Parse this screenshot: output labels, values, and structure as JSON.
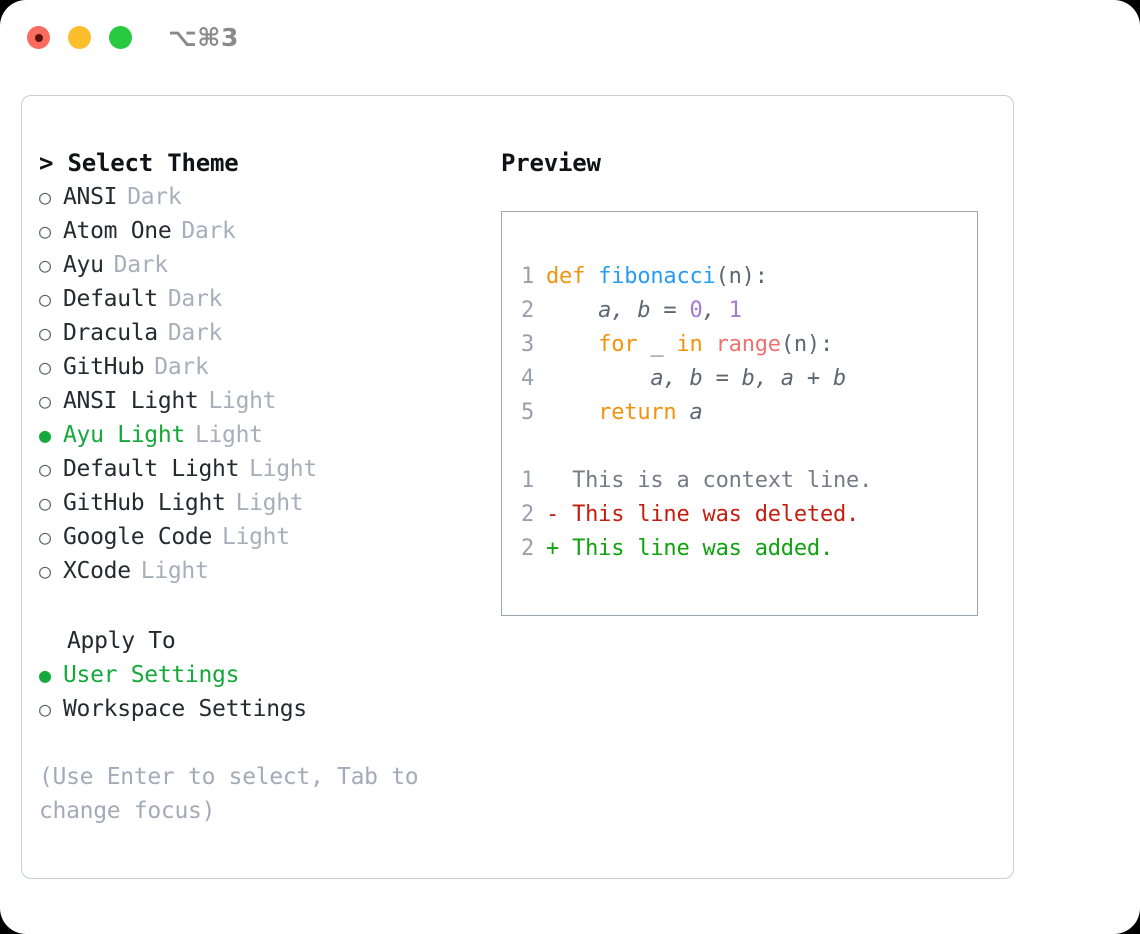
{
  "titlebar": {
    "shortcut": "⌥⌘3",
    "lights": [
      "close-light",
      "minimize-light",
      "maximize-light"
    ]
  },
  "theme_picker": {
    "header": "> Select Theme",
    "items": [
      {
        "marker": "○",
        "label": "ANSI",
        "badge": "Dark",
        "selected": false
      },
      {
        "marker": "○",
        "label": "Atom One",
        "badge": "Dark",
        "selected": false
      },
      {
        "marker": "○",
        "label": "Ayu",
        "badge": "Dark",
        "selected": false
      },
      {
        "marker": "○",
        "label": "Default",
        "badge": "Dark",
        "selected": false
      },
      {
        "marker": "○",
        "label": "Dracula",
        "badge": "Dark",
        "selected": false
      },
      {
        "marker": "○",
        "label": "GitHub",
        "badge": "Dark",
        "selected": false
      },
      {
        "marker": "○",
        "label": "ANSI Light",
        "badge": "Light",
        "selected": false
      },
      {
        "marker": "●",
        "label": "Ayu Light",
        "badge": "Light",
        "selected": true
      },
      {
        "marker": "○",
        "label": "Default Light",
        "badge": "Light",
        "selected": false
      },
      {
        "marker": "○",
        "label": "GitHub Light",
        "badge": "Light",
        "selected": false
      },
      {
        "marker": "○",
        "label": "Google Code",
        "badge": "Light",
        "selected": false
      },
      {
        "marker": "○",
        "label": "XCode",
        "badge": "Light",
        "selected": false
      }
    ]
  },
  "apply_to": {
    "header": "Apply To",
    "items": [
      {
        "marker": "●",
        "label": "User Settings",
        "selected": true
      },
      {
        "marker": "○",
        "label": "Workspace Settings",
        "selected": false
      }
    ]
  },
  "hint": "(Use Enter to select, Tab to change focus)",
  "preview": {
    "title": "Preview",
    "code_lines": [
      {
        "no": "1",
        "tokens": [
          {
            "t": "def ",
            "c": "kw"
          },
          {
            "t": "fibonacci",
            "c": "fn"
          },
          {
            "t": "(n):",
            "c": "punc"
          }
        ]
      },
      {
        "no": "2",
        "tokens": [
          {
            "t": "    a, b = ",
            "c": "var"
          },
          {
            "t": "0",
            "c": "num"
          },
          {
            "t": ", ",
            "c": "var"
          },
          {
            "t": "1",
            "c": "num"
          }
        ]
      },
      {
        "no": "3",
        "tokens": [
          {
            "t": "    ",
            "c": "var"
          },
          {
            "t": "for",
            "c": "kw"
          },
          {
            "t": " _ ",
            "c": "var"
          },
          {
            "t": "in",
            "c": "kw"
          },
          {
            "t": " ",
            "c": "var"
          },
          {
            "t": "range",
            "c": "call"
          },
          {
            "t": "(n):",
            "c": "punc"
          }
        ]
      },
      {
        "no": "4",
        "tokens": [
          {
            "t": "        a, b = b, a + b",
            "c": "var"
          }
        ]
      },
      {
        "no": "5",
        "tokens": [
          {
            "t": "    ",
            "c": "var"
          },
          {
            "t": "return",
            "c": "kw"
          },
          {
            "t": " a",
            "c": "var"
          }
        ]
      }
    ],
    "diff_lines": [
      {
        "no": "1",
        "marker": " ",
        "text": "  This is a context line.",
        "kind": "ctx"
      },
      {
        "no": "2",
        "marker": "-",
        "text": "- This line was deleted.",
        "kind": "del"
      },
      {
        "no": "2",
        "marker": "+",
        "text": "+ This line was added.",
        "kind": "add"
      }
    ]
  },
  "colors": {
    "selected_green": "#15A83B",
    "keyword_orange": "#F2930D",
    "function_blue": "#279CF5",
    "number_purple": "#A57BD1",
    "call_red": "#F37070",
    "variable_slate": "#5C6773",
    "diff_deleted": "#C41E11",
    "diff_added": "#0FA30F",
    "badge_gray": "#A7AFBC",
    "hint_gray": "#A3ABB8"
  }
}
